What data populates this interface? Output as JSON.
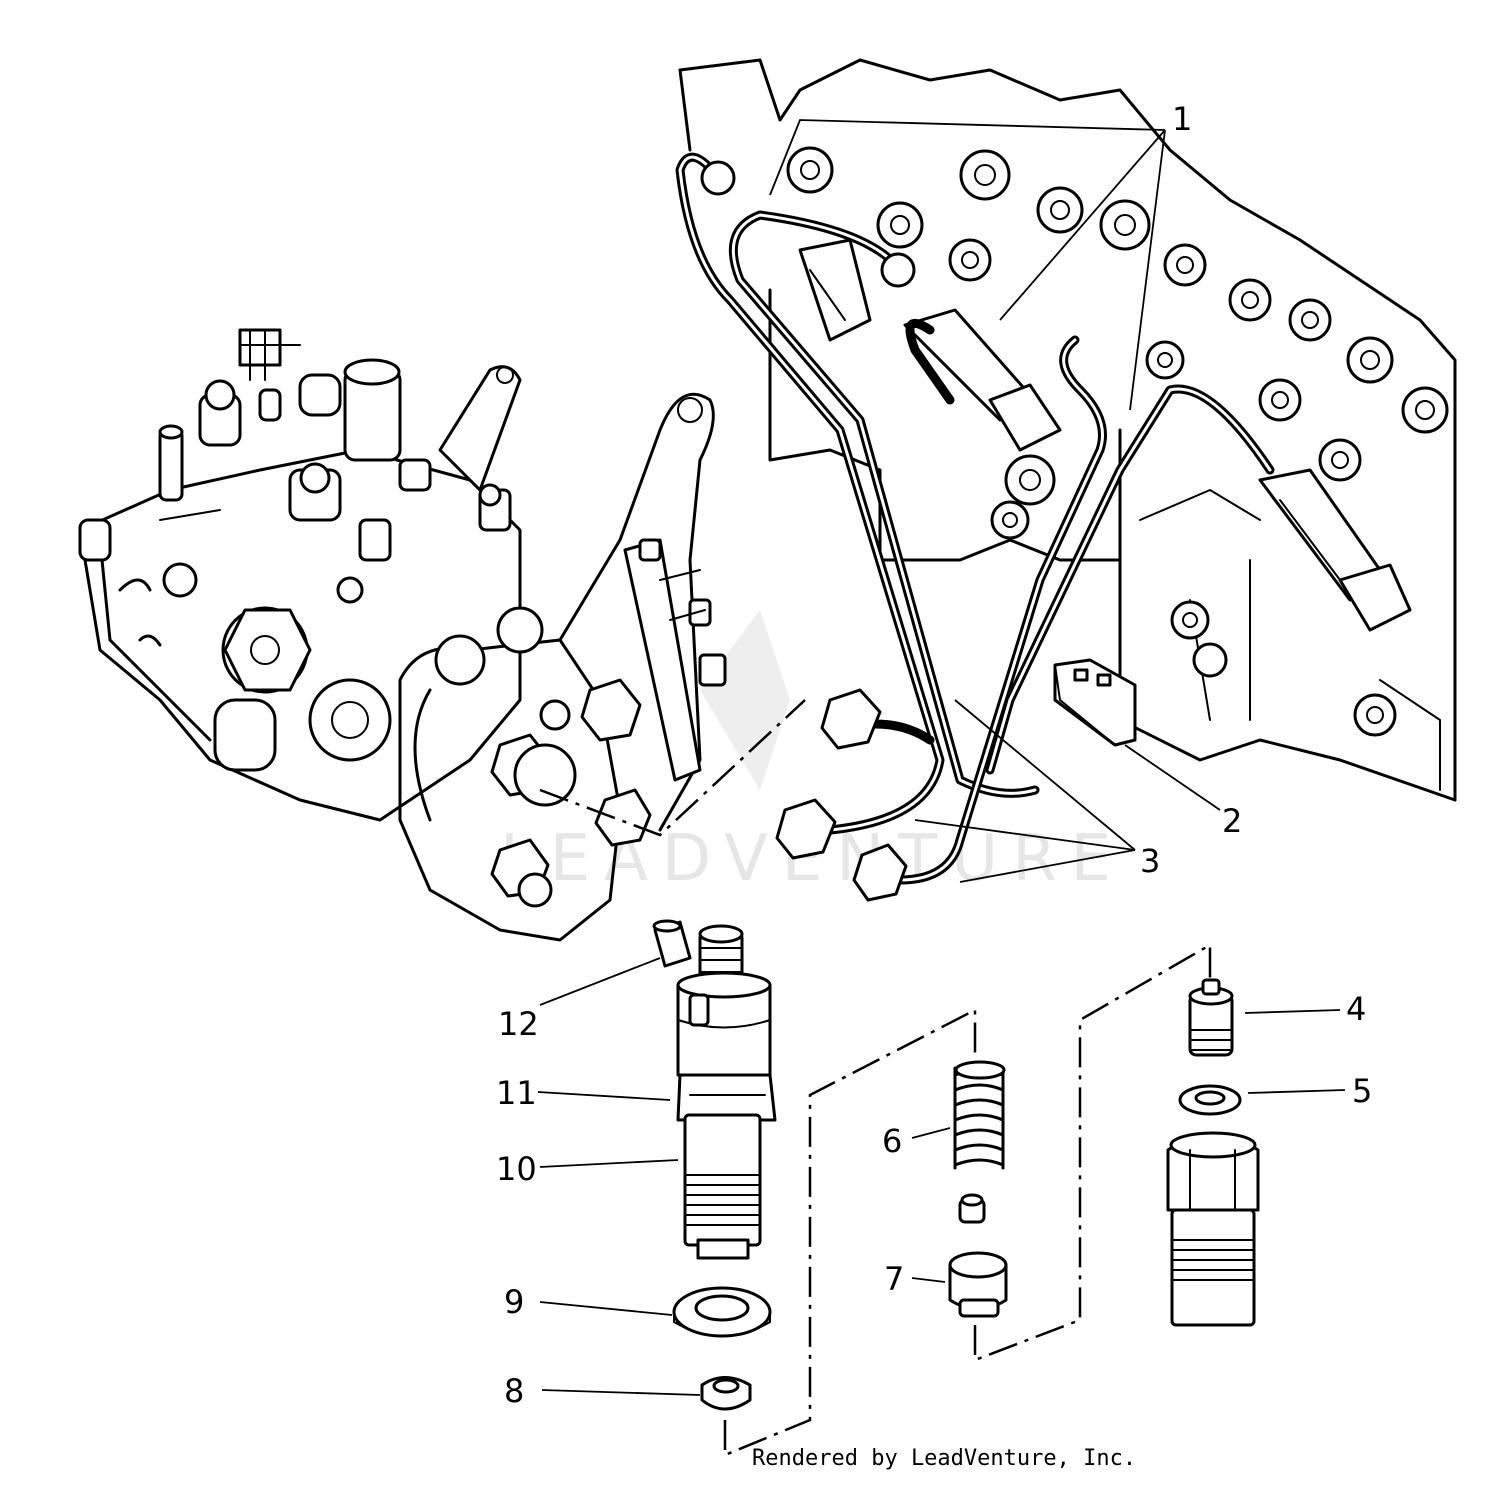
{
  "callouts": {
    "c1": "1",
    "c2": "2",
    "c3": "3",
    "c4": "4",
    "c5": "5",
    "c6": "6",
    "c7": "7",
    "c8": "8",
    "c9": "9",
    "c10": "10",
    "c11": "11",
    "c12": "12"
  },
  "watermark": "LEADVENTURE",
  "credit": "Rendered by LeadVenture, Inc."
}
